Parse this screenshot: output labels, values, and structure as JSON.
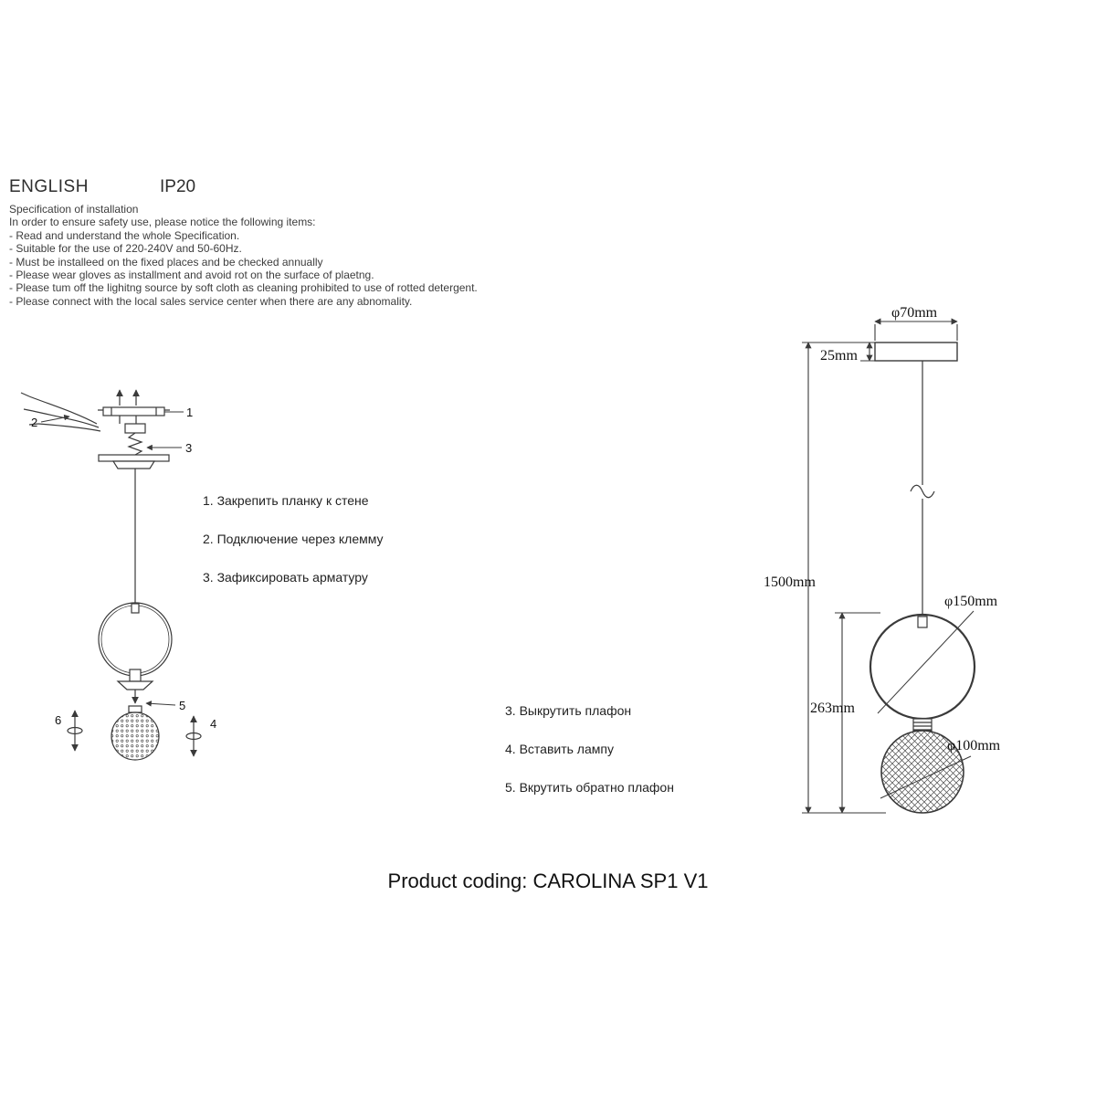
{
  "header": {
    "language": "ENGLISH",
    "ip_rating": "IP20"
  },
  "spec": {
    "title": "Specification of installation",
    "intro": "In order to ensure safety use, please notice the following items:",
    "items": [
      "- Read and understand the whole Specification.",
      "- Suitable for the use of 220-240V and 50-60Hz.",
      "- Must be installeed on the fixed places and be checked annually",
      "- Please wear gloves as installment and avoid rot on the surface of plaetng.",
      "- Please tum off the lighitng source by soft cloth as cleaning prohibited to use of rotted detergent.",
      "- Please connect with the local sales service center when there are any abnomality."
    ]
  },
  "install_steps": [
    "1. Закрепить планку к стене",
    "2. Подключение через клемму",
    "3. Зафиксировать арматуру"
  ],
  "lamp_steps": [
    "3. Выкрутить плафон",
    "4. Вставить лампу",
    "5. Вкрутить обратно плафон"
  ],
  "callouts": {
    "c1": "1",
    "c2": "2",
    "c3": "3",
    "c4": "4",
    "c5": "5",
    "c6": "6"
  },
  "dims": {
    "canopy_diameter": "φ70mm",
    "canopy_height": "25mm",
    "overall_height": "1500mm",
    "ring_diameter": "φ150mm",
    "fixture_height": "263mm",
    "sphere_diameter": "φ100mm"
  },
  "footer": {
    "product_coding": "Product coding: CAROLINA SP1 V1"
  }
}
